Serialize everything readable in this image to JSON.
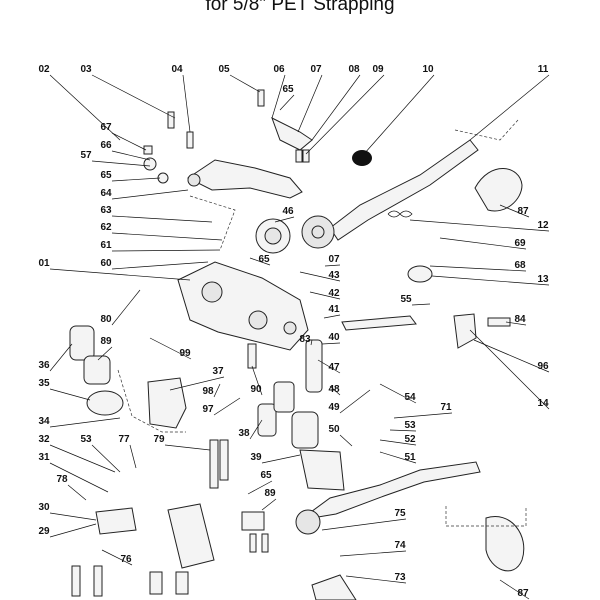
{
  "header": {
    "title": "for 5/8\" PET Strapping"
  },
  "diagram": {
    "callouts": [
      "02",
      "03",
      "04",
      "05",
      "06",
      "07",
      "08",
      "09",
      "10",
      "11",
      "65",
      "67",
      "66",
      "57",
      "65",
      "64",
      "63",
      "46",
      "87",
      "12",
      "62",
      "61",
      "60",
      "65",
      "07",
      "69",
      "68",
      "13",
      "01",
      "43",
      "42",
      "55",
      "80",
      "41",
      "84",
      "99",
      "83",
      "40",
      "96",
      "36",
      "89",
      "35",
      "37",
      "47",
      "90",
      "98",
      "48",
      "54",
      "97",
      "14",
      "34",
      "38",
      "49",
      "71",
      "53",
      "52",
      "39",
      "50",
      "51",
      "32",
      "53",
      "77",
      "79",
      "31",
      "65",
      "78",
      "89",
      "30",
      "75",
      "29",
      "74",
      "76",
      "73",
      "87"
    ]
  }
}
